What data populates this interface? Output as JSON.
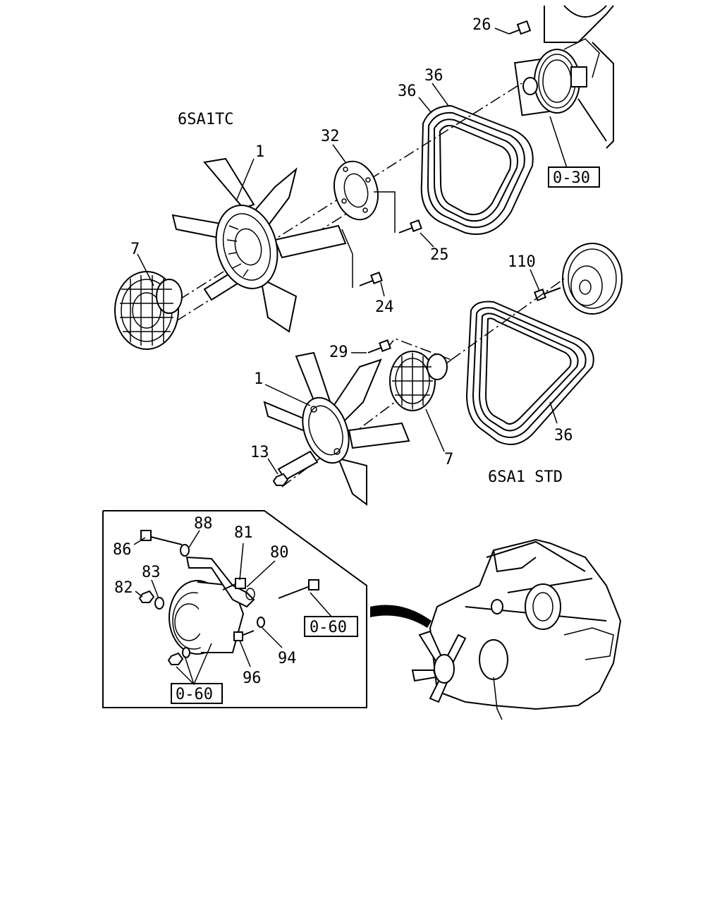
{
  "variants": {
    "turbo": "6SA1TC",
    "standard": "6SA1 STD"
  },
  "callouts": {
    "c26": "26",
    "c36a": "36",
    "c36b": "36",
    "c32": "32",
    "c1a": "1",
    "c7a": "7",
    "c25": "25",
    "c24": "24",
    "c110": "110",
    "c29": "29",
    "c1b": "1",
    "c13": "13",
    "c7b": "7",
    "c36c": "36",
    "c88": "88",
    "c81": "81",
    "c80": "80",
    "c86": "86",
    "c83": "83",
    "c82": "82",
    "c94": "94",
    "c96": "96"
  },
  "references": {
    "ref_o30": "0-30",
    "ref_o60a": "0-60",
    "ref_o60b": "0-60"
  }
}
